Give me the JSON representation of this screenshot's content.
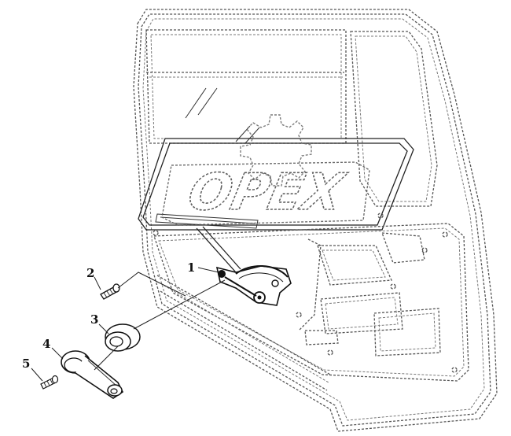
{
  "diagram": {
    "callouts": [
      {
        "id": "1",
        "label": "1"
      },
      {
        "id": "2",
        "label": "2"
      },
      {
        "id": "3",
        "label": "3"
      },
      {
        "id": "4",
        "label": "4"
      },
      {
        "id": "5",
        "label": "5"
      }
    ],
    "watermark": {
      "text": "OPEX"
    }
  }
}
